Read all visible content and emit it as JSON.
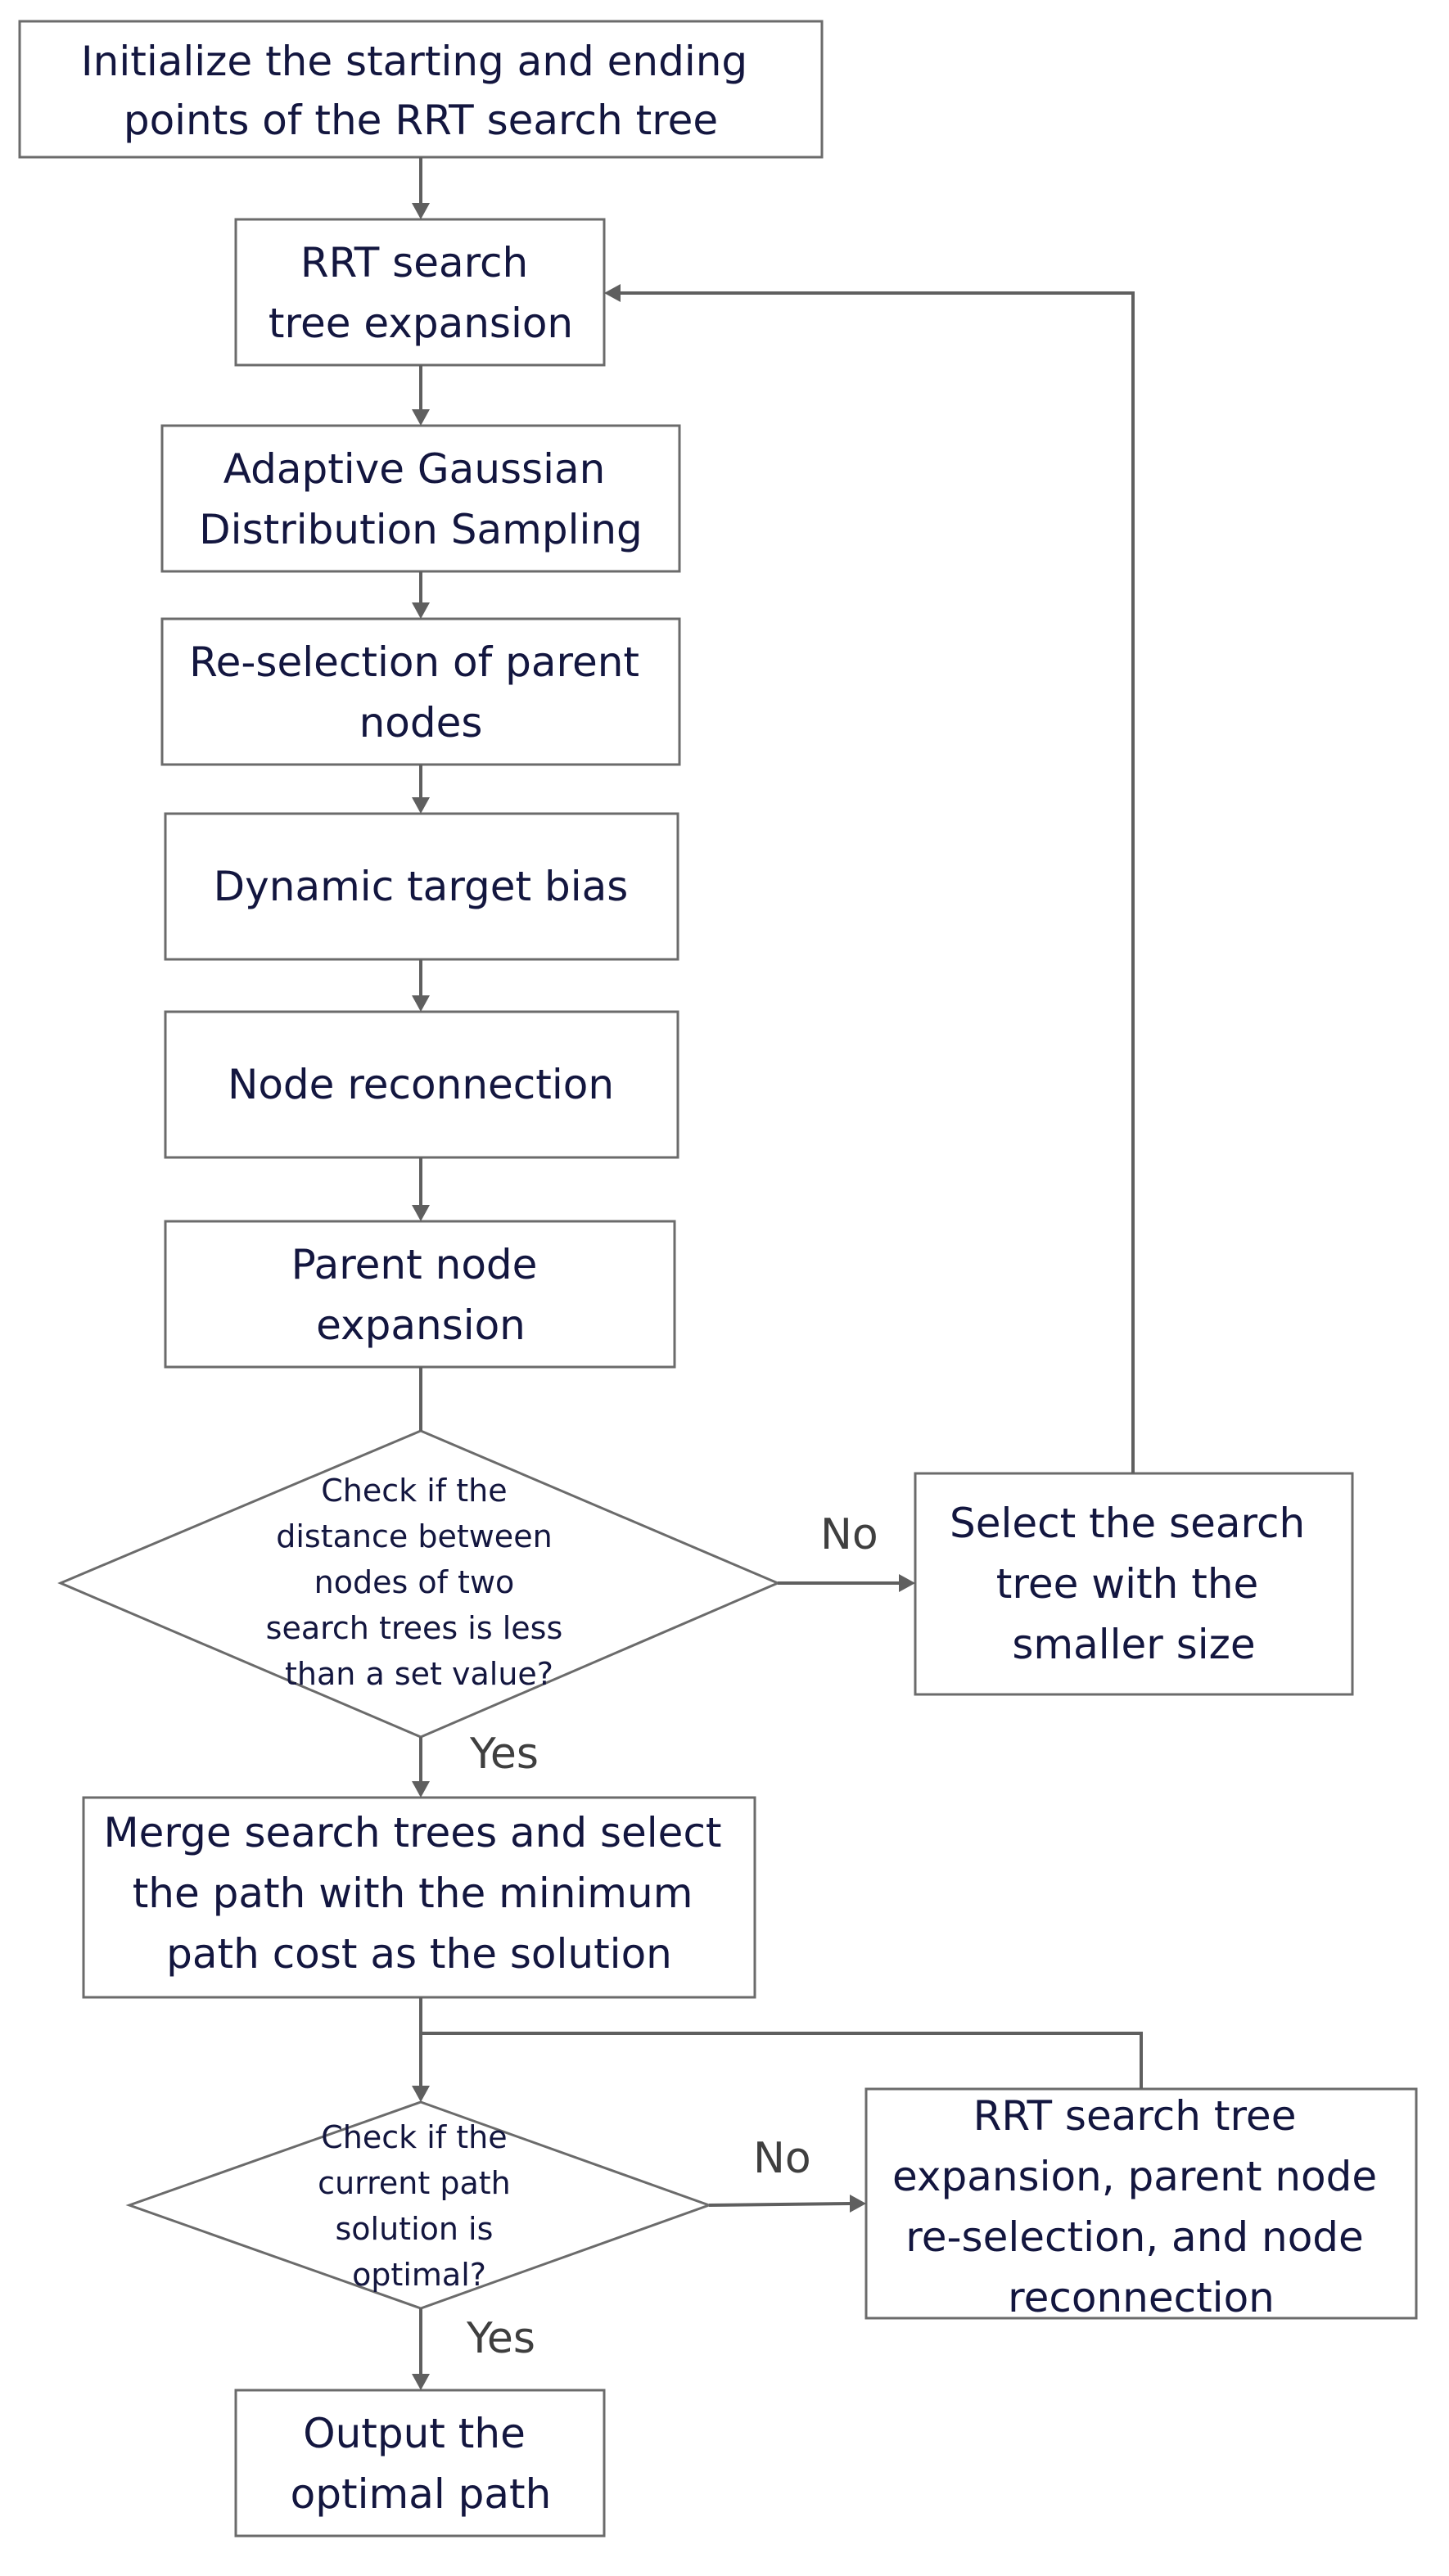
{
  "nodes": {
    "init": {
      "lines": [
        "Initialize the starting and ending",
        "points of the RRT search tree"
      ]
    },
    "rrt_expansion": {
      "lines": [
        "RRT search",
        "tree expansion"
      ]
    },
    "adaptive_sampling": {
      "lines": [
        "Adaptive Gaussian",
        "Distribution Sampling"
      ]
    },
    "reselection": {
      "lines": [
        "Re-selection of parent",
        "nodes"
      ]
    },
    "target_bias": {
      "lines": [
        "Dynamic target bias"
      ]
    },
    "reconnection": {
      "lines": [
        "Node reconnection"
      ]
    },
    "parent_expansion": {
      "lines": [
        "Parent node",
        "expansion"
      ]
    },
    "decision_distance": {
      "lines": [
        "Check if the",
        "distance between",
        "nodes of two",
        "search trees is less",
        "than a set value?"
      ]
    },
    "select_smaller": {
      "lines": [
        "Select the search",
        "tree with the",
        "smaller size"
      ]
    },
    "merge": {
      "lines": [
        "Merge search trees and select",
        "the path with the minimum",
        "path cost as the solution"
      ]
    },
    "decision_optimal": {
      "lines": [
        "Check if the",
        "current path",
        "solution is",
        "optimal?"
      ]
    },
    "rrt_combo": {
      "lines": [
        "RRT search tree",
        "expansion, parent node",
        "re-selection, and node",
        "reconnection"
      ]
    },
    "output": {
      "lines": [
        "Output the",
        "optimal path"
      ]
    }
  },
  "edges": {
    "no_1": "No",
    "yes_1": "Yes",
    "no_2": "No",
    "yes_2": "Yes"
  },
  "colors": {
    "text": "#13163f",
    "line": "#5f5f5f",
    "box_stroke": "#6b6b6b"
  }
}
